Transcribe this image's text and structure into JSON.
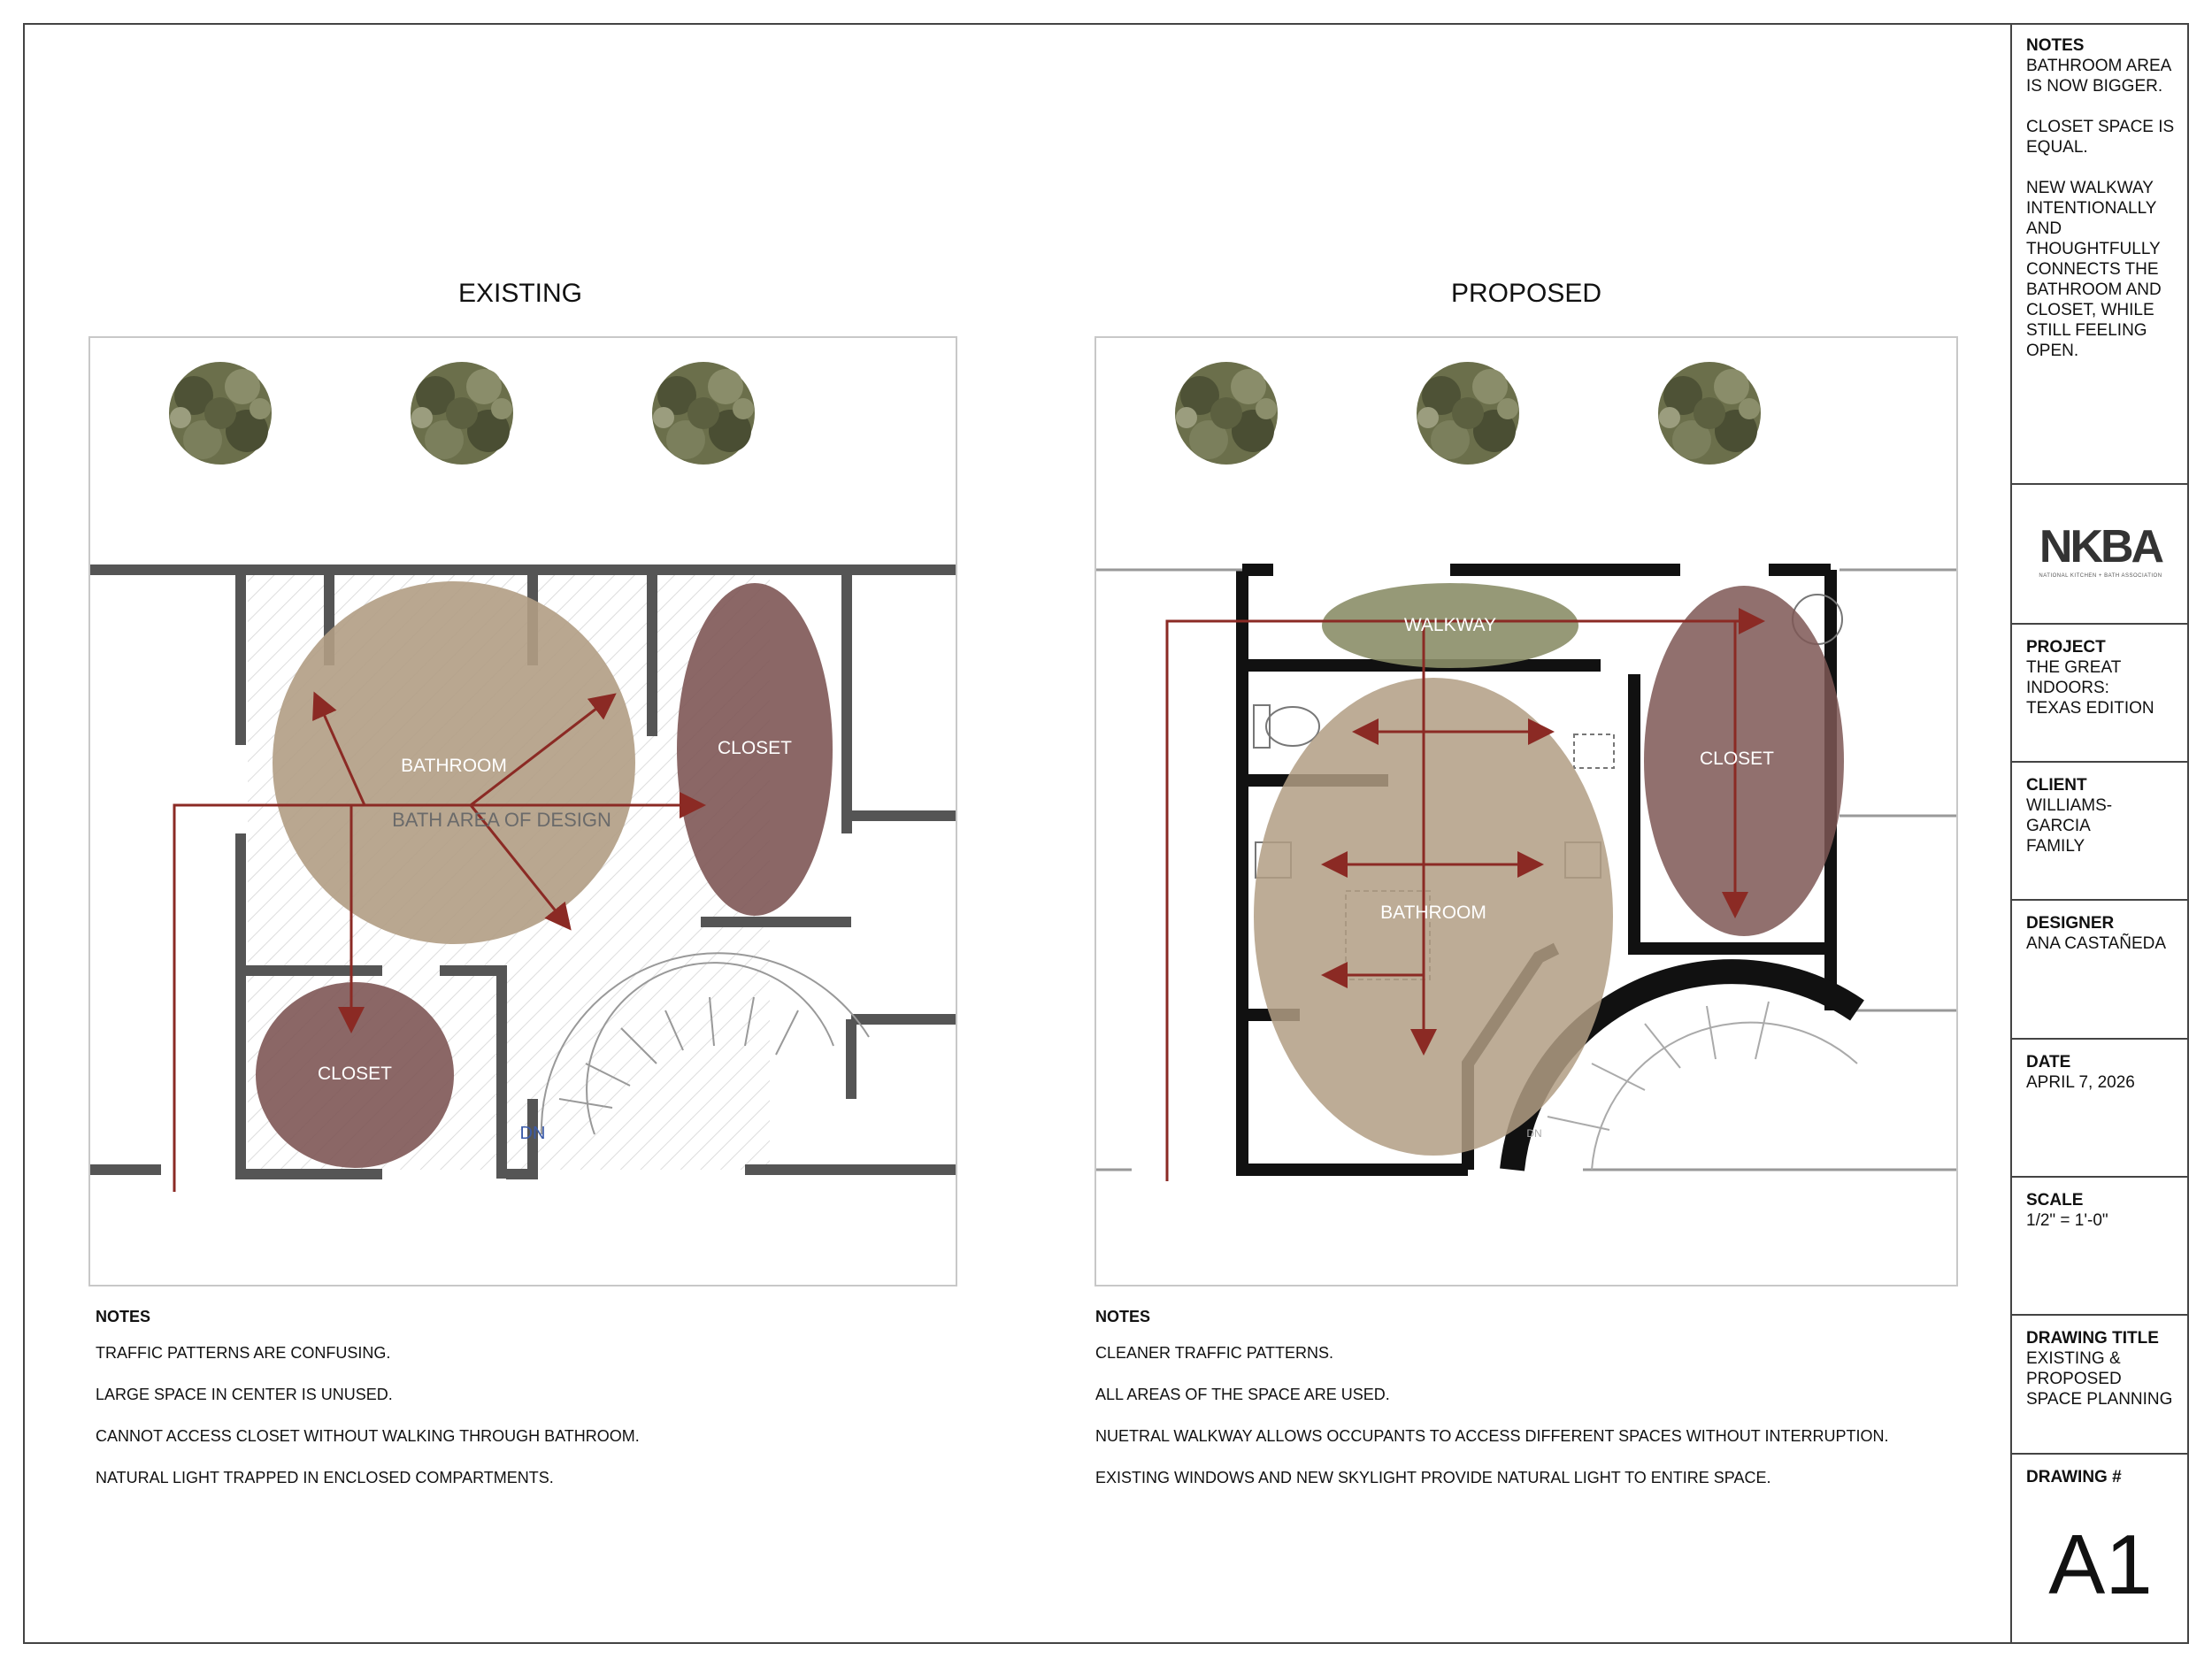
{
  "sheet": {
    "existing_title": "EXISTING",
    "proposed_title": "PROPOSED"
  },
  "existing_plan": {
    "labels": {
      "bathroom": "BATHROOM",
      "closet_right": "CLOSET",
      "closet_left": "CLOSET",
      "bath_area": "BATH AREA OF DESIGN",
      "down": "DN"
    },
    "notes": {
      "heading": "NOTES",
      "items": [
        "TRAFFIC PATTERNS ARE CONFUSING.",
        "LARGE SPACE IN CENTER IS UNUSED.",
        "CANNOT ACCESS CLOSET WITHOUT WALKING THROUGH BATHROOM.",
        "NATURAL LIGHT TRAPPED IN ENCLOSED COMPARTMENTS."
      ]
    }
  },
  "proposed_plan": {
    "labels": {
      "walkway": "WALKWAY",
      "closet": "CLOSET",
      "bathroom": "BATHROOM",
      "down": "DN"
    },
    "notes": {
      "heading": "NOTES",
      "items": [
        "CLEANER TRAFFIC PATTERNS.",
        "ALL AREAS OF THE SPACE ARE USED.",
        "NUETRAL WALKWAY ALLOWS OCCUPANTS TO ACCESS DIFFERENT SPACES WITHOUT INTERRUPTION.",
        "EXISTING WINDOWS AND NEW SKYLIGHT PROVIDE NATURAL LIGHT TO ENTIRE SPACE."
      ]
    }
  },
  "title_block": {
    "notes_label": "NOTES",
    "notes_text": "BATHROOM AREA\nIS NOW BIGGER.\n\nCLOSET SPACE IS\nEQUAL.\n\nNEW WALKWAY\nINTENTIONALLY\nAND\nTHOUGHTFULLY\nCONNECTS THE\nBATHROOM AND\nCLOSET, WHILE\nSTILL FEELING\nOPEN.",
    "logo_text": "NKBA",
    "logo_subtext": "NATIONAL KITCHEN + BATH ASSOCIATION",
    "project_label": "PROJECT",
    "project_value": "THE GREAT\nINDOORS:\nTEXAS EDITION",
    "client_label": "CLIENT",
    "client_value": "WILLIAMS-GARCIA\nFAMILY",
    "designer_label": "DESIGNER",
    "designer_value": "ANA CASTAÑEDA",
    "date_label": "DATE",
    "date_value": "APRIL 7, 2026",
    "scale_label": "SCALE",
    "scale_value": "1/2\" = 1'-0\"",
    "drawing_title_label": "DRAWING TITLE",
    "drawing_title_value": "EXISTING &\nPROPOSED\nSPACE PLANNING",
    "drawing_number_label": "DRAWING #",
    "drawing_number_value": "A1"
  },
  "colors": {
    "bathroom_zone": "#b19d84",
    "closet_zone": "#7e5755",
    "walkway_zone": "#8b8e68",
    "arrow": "#8b2a24",
    "tree": "#5b6140",
    "wall": "#1a1a1a"
  }
}
